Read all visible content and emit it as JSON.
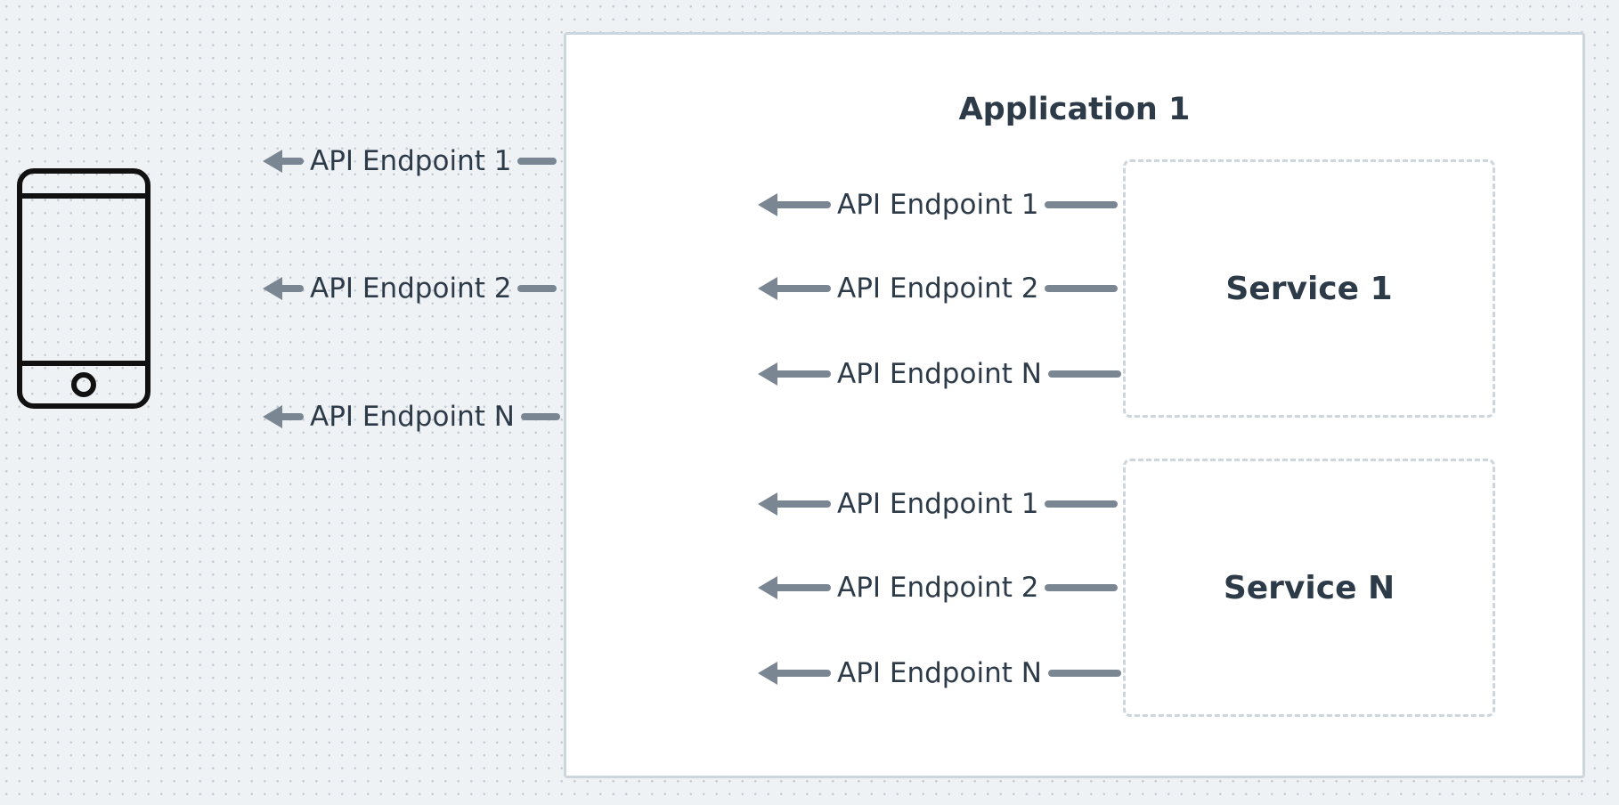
{
  "application": {
    "title": "Application 1"
  },
  "client": {
    "icon": "mobile-phone-icon"
  },
  "external_endpoints": [
    {
      "label": "API Endpoint 1"
    },
    {
      "label": "API Endpoint 2"
    },
    {
      "label": "API Endpoint N"
    }
  ],
  "services": [
    {
      "title": "Service 1",
      "endpoints": [
        {
          "label": "API Endpoint 1"
        },
        {
          "label": "API Endpoint 2"
        },
        {
          "label": "API Endpoint N"
        }
      ]
    },
    {
      "title": "Service N",
      "endpoints": [
        {
          "label": "API Endpoint 1"
        },
        {
          "label": "API Endpoint 2"
        },
        {
          "label": "API Endpoint N"
        }
      ]
    }
  ],
  "colors": {
    "background": "#eff2f5",
    "box_border": "#cdd5dd",
    "arrow": "#7b8693",
    "text": "#2d3a48"
  }
}
